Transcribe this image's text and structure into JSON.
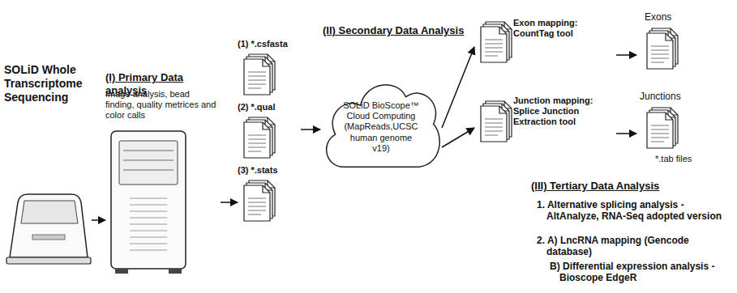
{
  "diagram": {
    "nodes": [
      {
        "text": [
          "SOLiD Whole Transcriptome Sequencing"
        ]
      },
      {
        "text": [
          "(I) Primary Data analysis",
          "Image analysis, bead finding, quality metrices and color calls"
        ]
      },
      {
        "text": [
          "(1) *.csfasta",
          "(2) *.qual",
          "(3) *.stats"
        ]
      },
      {
        "text": [
          "SOLiD BioScope™ Cloud Computing (MapReads,UCSC human genome v19)"
        ]
      },
      {
        "text": [
          "Exon mapping: CountTag tool"
        ]
      },
      {
        "text": [
          "Junction mapping: Splice Junction Extraction tool"
        ]
      },
      {
        "text": [
          "Exons"
        ]
      },
      {
        "text": [
          "Junctions"
        ]
      }
    ],
    "edges": [
      {
        "from": 0,
        "to": 1,
        "arrow": "to"
      },
      {
        "from": 1,
        "to": 2,
        "arrow": "to"
      },
      {
        "from": 2,
        "to": 3,
        "arrow": "to"
      },
      {
        "from": 3,
        "to": 4,
        "arrow": "to"
      },
      {
        "from": 3,
        "to": 5,
        "arrow": "to"
      },
      {
        "from": 4,
        "to": 6,
        "arrow": "to"
      },
      {
        "from": 5,
        "to": 7,
        "arrow": "to"
      }
    ],
    "labels": [
      "(II) Secondary Data Analysis",
      "*.tab files",
      "(III) Tertiary Data Analysis",
      "1. Alternative splicing analysis - AltAnalyze, RNA-Seq adopted version",
      "2. A) LncRNA mapping (Gencode database)",
      "B) Differential expression analysis - Bioscope EdgeR"
    ]
  }
}
